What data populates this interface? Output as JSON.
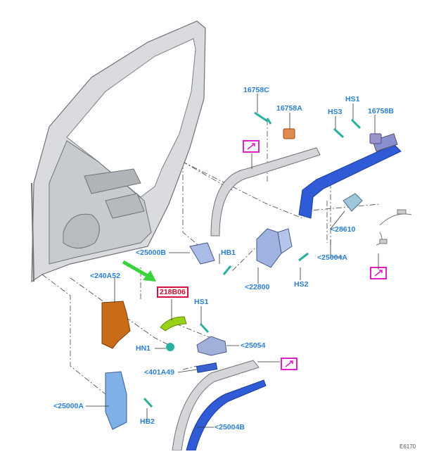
{
  "diagram": {
    "labels": [
      {
        "id": "l-16758c",
        "text": "16758C"
      },
      {
        "id": "l-16758a",
        "text": "16758A"
      },
      {
        "id": "l-hs1-top",
        "text": "HS1"
      },
      {
        "id": "l-hs3",
        "text": "HS3"
      },
      {
        "id": "l-16758b",
        "text": "16758B"
      },
      {
        "id": "l-28610",
        "text": "<28610"
      },
      {
        "id": "l-25004a",
        "text": "<25004A"
      },
      {
        "id": "l-25000b",
        "text": "<25000B"
      },
      {
        "id": "l-hb1",
        "text": "HB1"
      },
      {
        "id": "l-22800",
        "text": "<22800"
      },
      {
        "id": "l-hs2",
        "text": "HS2"
      },
      {
        "id": "l-240a52",
        "text": "<240A52"
      },
      {
        "id": "l-218b06",
        "text": "218B06"
      },
      {
        "id": "l-hs1-mid",
        "text": "HS1"
      },
      {
        "id": "l-hn1",
        "text": "HN1"
      },
      {
        "id": "l-25054",
        "text": "<25054"
      },
      {
        "id": "l-401a49",
        "text": "<401A49"
      },
      {
        "id": "l-25000a",
        "text": "<25000A"
      },
      {
        "id": "l-hb2",
        "text": "HB2"
      },
      {
        "id": "l-25004b",
        "text": "<25004B"
      }
    ],
    "highlighted_part": "218B06",
    "corner_code": "E6170",
    "colors": {
      "label": "#2a7fd4",
      "highlight_border": "#d8103a",
      "arrow_green": "#3ad23a",
      "callout_magenta": "#e020c8",
      "door_panel": "#d4d6d8",
      "channel_blue": "#2f5bd6",
      "part_orange": "#c8701a",
      "part_green": "#9ad21a",
      "part_lightblue": "#7fb3e6"
    }
  }
}
